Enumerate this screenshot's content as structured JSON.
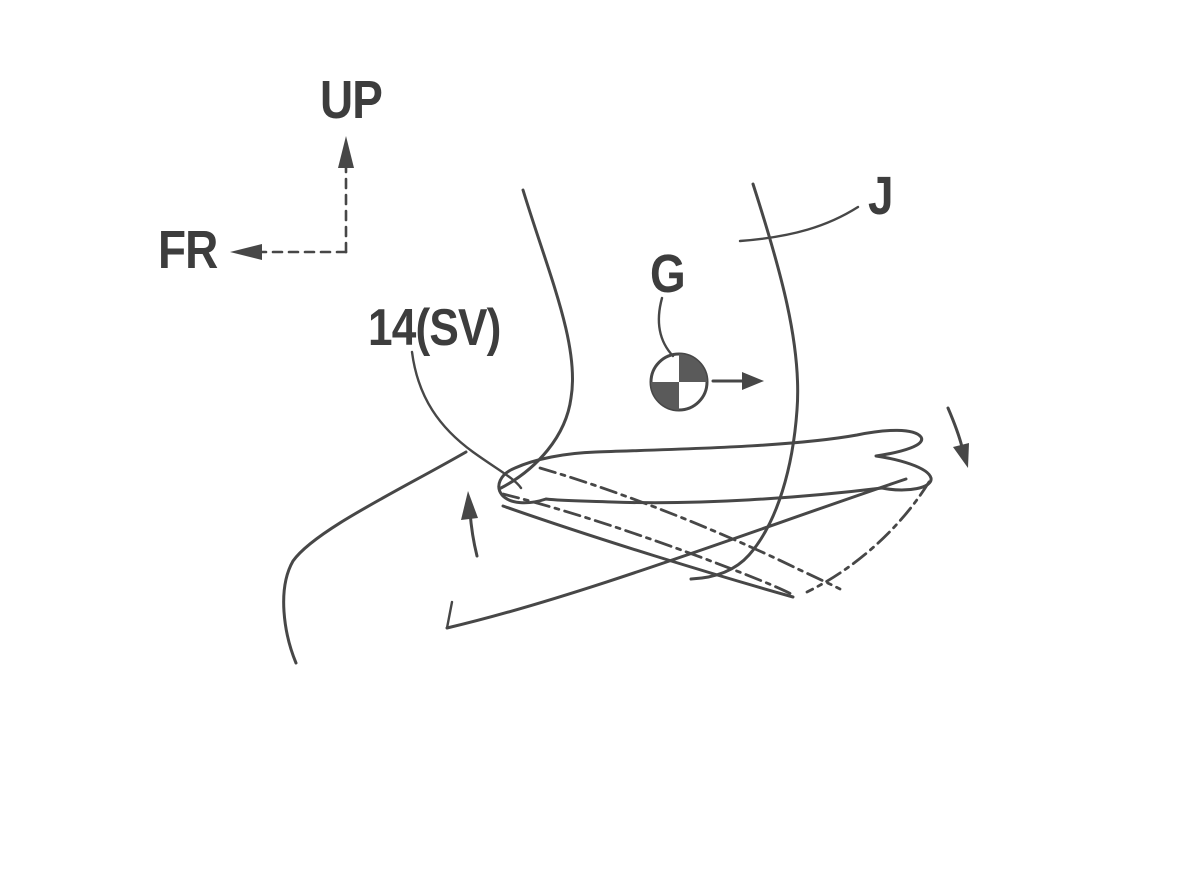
{
  "figure": {
    "background": "#ffffff",
    "ink_color": "#474747",
    "labels": {
      "up_axis": "UP",
      "fr_axis": "FR",
      "occupant": "J",
      "gravity": "G",
      "seat_part": "14(SV)"
    },
    "symbols": {
      "center_of_gravity_marker": "quartered-circle",
      "up_axis_arrow": "dashed arrow up",
      "fr_axis_arrow": "dashed arrow left",
      "gravity_shift_arrow": "solid arrow right",
      "seat_front_up_arrow": "solid arrow up",
      "seat_rear_down_arrow": "solid arrow down-right"
    }
  }
}
